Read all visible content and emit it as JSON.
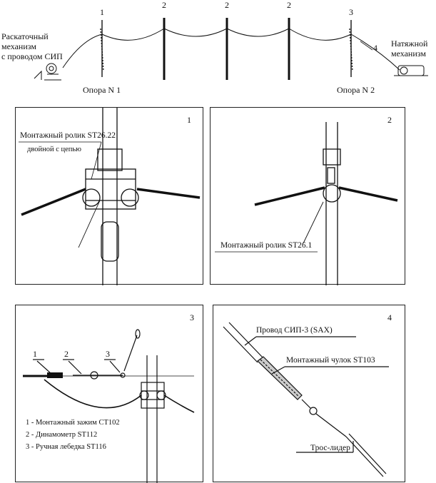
{
  "top": {
    "support_numbers": [
      "1",
      "2",
      "2",
      "2",
      "3"
    ],
    "unwinder_label": [
      "Раскаточный",
      "механизм",
      "с проводом СИП"
    ],
    "tension_label": [
      "Натяжной",
      "механизм"
    ],
    "callout_4": "4",
    "support_left": "Опора N 1",
    "support_right": "Опора N 2"
  },
  "panel1": {
    "number": "1",
    "label_line1": "Монтажный ролик ST26.22",
    "label_line2": "двойной с цепью"
  },
  "panel2": {
    "number": "2",
    "label": "Монтажный ролик ST26.1"
  },
  "panel3": {
    "number": "3",
    "callouts": [
      "1",
      "2",
      "3"
    ],
    "legend": [
      "1 - Монтажный зажим СТ102",
      "2 - Динамометр ST112",
      "3 - Ручная лебедка ST116"
    ]
  },
  "panel4": {
    "number": "4",
    "label_wire": "Провод СИП-3 (SAX)",
    "label_stocking": "Монтажный чулок ST103",
    "label_rope": "Трос-лидер"
  }
}
